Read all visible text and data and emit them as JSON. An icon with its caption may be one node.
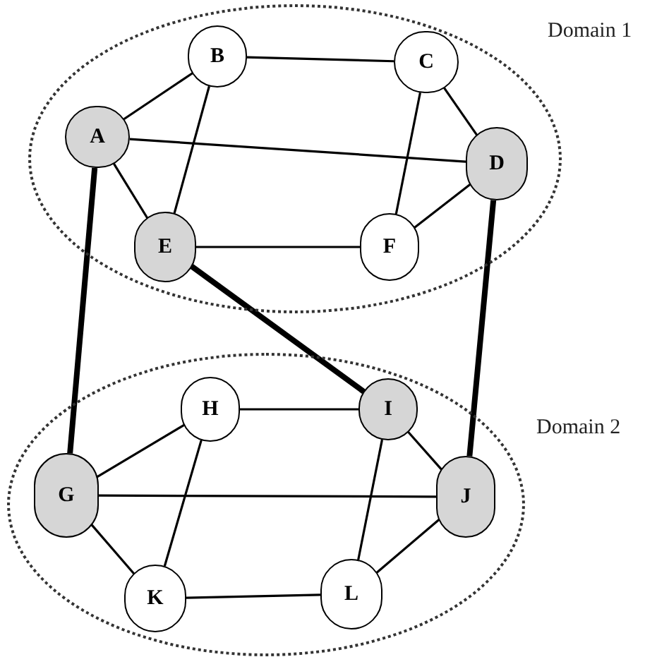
{
  "diagram": {
    "nodes": [
      {
        "text": [
          "Domain 1"
        ]
      },
      {
        "text": [
          "B"
        ],
        "in": 0
      },
      {
        "text": [
          "C"
        ],
        "in": 0
      },
      {
        "text": [
          "A"
        ],
        "in": 0
      },
      {
        "text": [
          "D"
        ],
        "in": 0
      },
      {
        "text": [
          "E"
        ],
        "in": 0
      },
      {
        "text": [
          "F"
        ],
        "in": 0
      },
      {
        "text": [
          "Domain 2"
        ]
      },
      {
        "text": [
          "H"
        ],
        "in": 7
      },
      {
        "text": [
          "I"
        ],
        "in": 7
      },
      {
        "text": [
          "G"
        ],
        "in": 7
      },
      {
        "text": [
          "J"
        ],
        "in": 7
      },
      {
        "text": [
          "K"
        ],
        "in": 7
      },
      {
        "text": [
          "L"
        ],
        "in": 7
      }
    ],
    "edges": [
      {
        "from": 3,
        "to": 1,
        "arrow": "none"
      },
      {
        "from": 1,
        "to": 2,
        "arrow": "none"
      },
      {
        "from": 2,
        "to": 4,
        "arrow": "none"
      },
      {
        "from": 3,
        "to": 4,
        "arrow": "none"
      },
      {
        "from": 1,
        "to": 5,
        "arrow": "none"
      },
      {
        "from": 2,
        "to": 6,
        "arrow": "none"
      },
      {
        "from": 3,
        "to": 5,
        "arrow": "none"
      },
      {
        "from": 4,
        "to": 6,
        "arrow": "none"
      },
      {
        "from": 5,
        "to": 6,
        "arrow": "none"
      },
      {
        "from": 10,
        "to": 8,
        "arrow": "none"
      },
      {
        "from": 8,
        "to": 9,
        "arrow": "none"
      },
      {
        "from": 9,
        "to": 11,
        "arrow": "none"
      },
      {
        "from": 10,
        "to": 11,
        "arrow": "none"
      },
      {
        "from": 8,
        "to": 12,
        "arrow": "none"
      },
      {
        "from": 9,
        "to": 13,
        "arrow": "none"
      },
      {
        "from": 10,
        "to": 12,
        "arrow": "none"
      },
      {
        "from": 12,
        "to": 13,
        "arrow": "none"
      },
      {
        "from": 11,
        "to": 13,
        "arrow": "none"
      },
      {
        "from": 3,
        "to": 10,
        "arrow": "none",
        "style": "thick"
      },
      {
        "from": 5,
        "to": 9,
        "arrow": "none",
        "style": "thick"
      },
      {
        "from": 4,
        "to": 11,
        "arrow": "none",
        "style": "thick"
      }
    ]
  }
}
